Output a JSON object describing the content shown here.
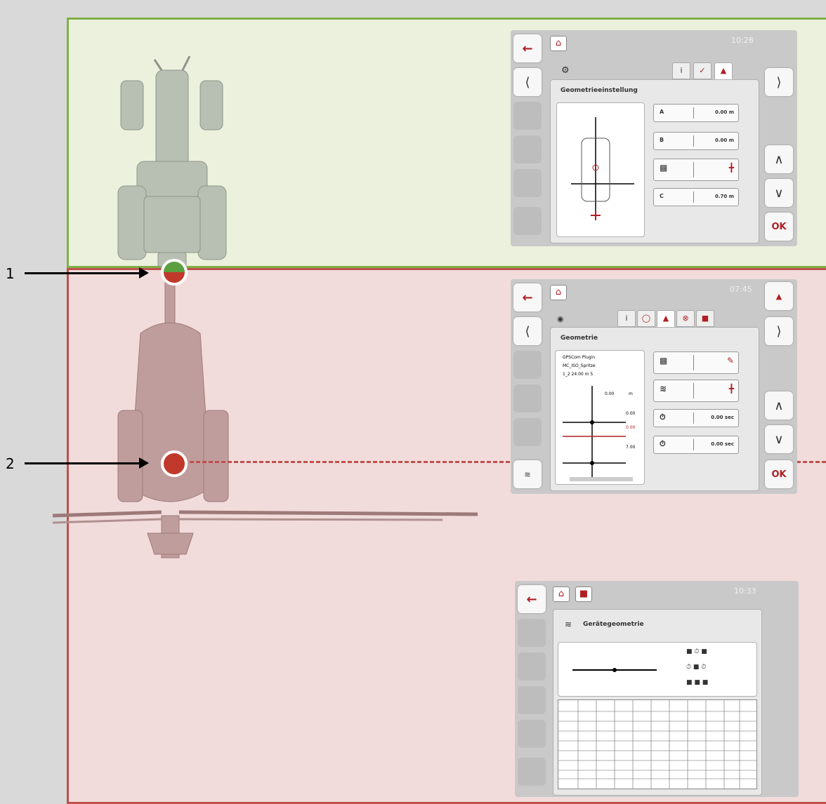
{
  "callouts": [
    "1",
    "2"
  ],
  "colors": {
    "green_zone": "#ebf1dd",
    "green_border": "#7fb046",
    "red_zone": "#f2dcdb",
    "red_border": "#c0504d",
    "marker": "#c0392b",
    "marker_green": "#5aa040"
  },
  "terminal1": {
    "time": "10:28",
    "panel_title": "Geometrieeinstellung",
    "tabs": [
      "i",
      "wrench-icon",
      "tractor-icon"
    ],
    "fields": [
      {
        "key": "A",
        "value": "0.00 m"
      },
      {
        "key": "B",
        "value": "0.00 m"
      },
      {
        "key": "C",
        "value": "0.70 m"
      }
    ],
    "ok_label": "OK"
  },
  "terminal2": {
    "time": "07:45",
    "panel_title": "Geometrie",
    "info_lines": [
      "GPSCom Plugin",
      "MC_ISO_Spritze",
      "1_2 24.00 m 5"
    ],
    "diagram_values": [
      "0.00",
      "m",
      "0.00",
      "0.00",
      "7.00"
    ],
    "delay_fields": [
      {
        "value": "0.00 sec"
      },
      {
        "value": "0.00 sec"
      }
    ],
    "ok_label": "OK"
  },
  "terminal3": {
    "time": "10:33",
    "panel_title": "Gerätegeometrie"
  }
}
